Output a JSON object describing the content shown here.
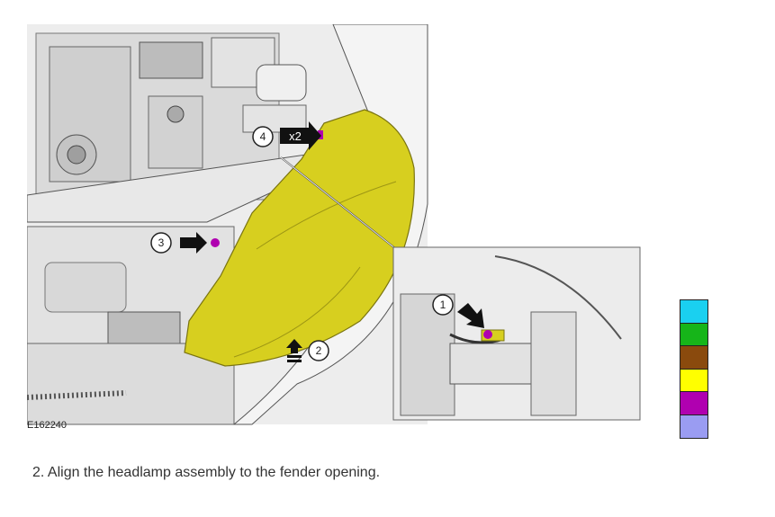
{
  "figure": {
    "id_label": "E162240",
    "callouts": {
      "c1": "1",
      "c2": "2",
      "c3": "3",
      "c4": "4"
    },
    "multiplier_label": "x2"
  },
  "legend": {
    "colors": [
      "#1ad0f0",
      "#16b519",
      "#8a4a0d",
      "#ffff00",
      "#b000b0",
      "#9a9cf2"
    ]
  },
  "caption": {
    "text": "2. Align the headlamp assembly to the fender opening."
  }
}
